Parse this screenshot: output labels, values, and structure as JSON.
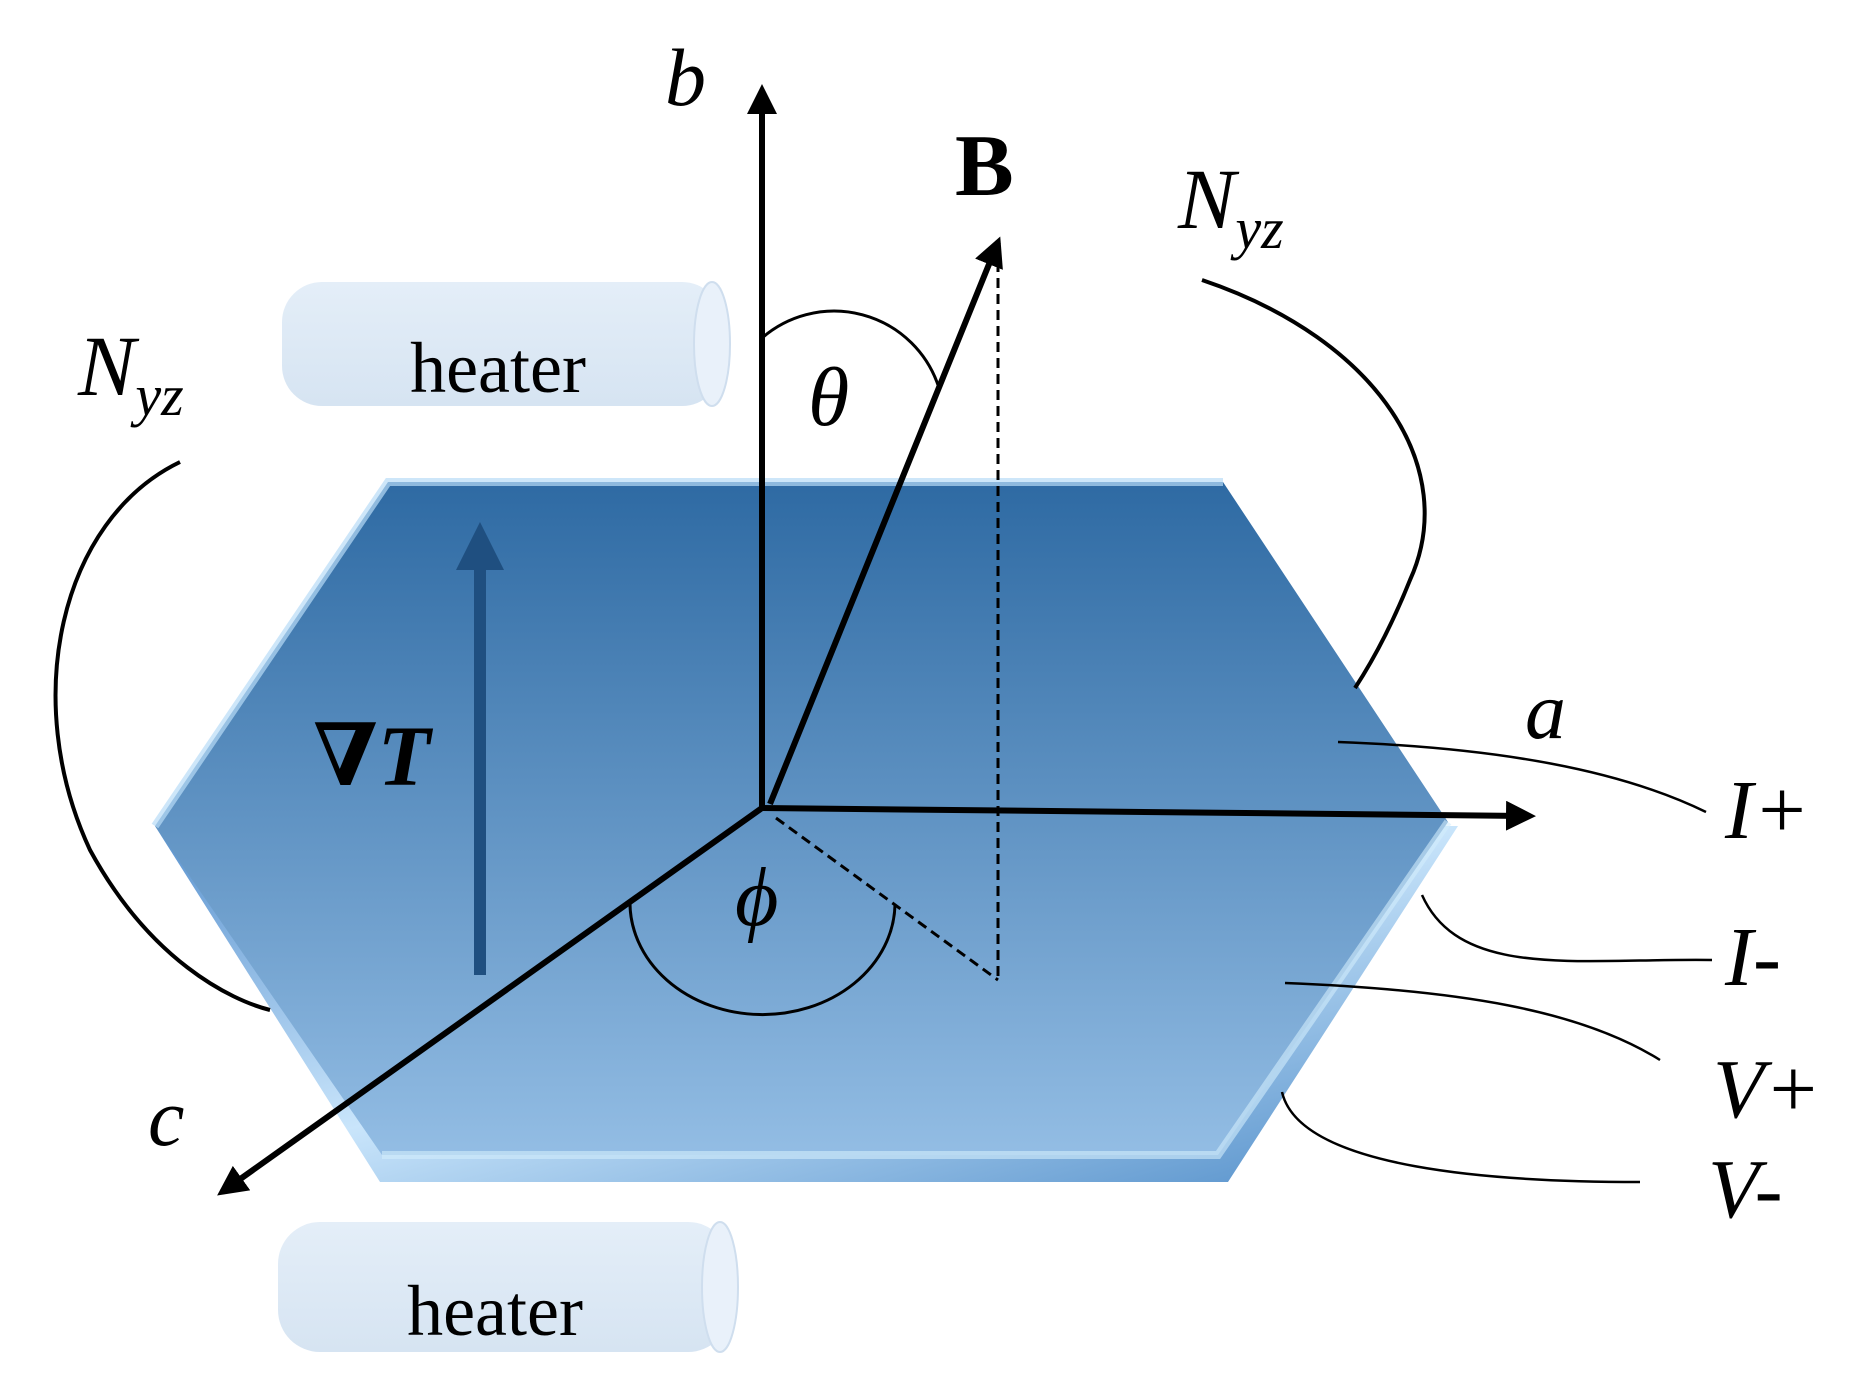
{
  "labels": {
    "heater_top": "heater",
    "heater_bottom": "heater",
    "axis_b": "b",
    "axis_a": "a",
    "axis_c": "c",
    "field_B": "B",
    "angle_theta": "θ",
    "angle_phi": "ϕ",
    "gradient_symbol": "∇",
    "gradient_T": "T",
    "nernst_N": "N",
    "nernst_sub": "yz",
    "lead_I_plus": "I+",
    "lead_I_minus": "I-",
    "lead_V_plus": "V+",
    "lead_V_minus": "V-"
  },
  "colors": {
    "crystal_top": "#2e6aa3",
    "crystal_bottom": "#93bde4",
    "crystal_edge": "#a9d2f3",
    "heater_fill": "#dde9f5",
    "gradient_arrow": "#1f4f80",
    "ink": "#000000"
  }
}
